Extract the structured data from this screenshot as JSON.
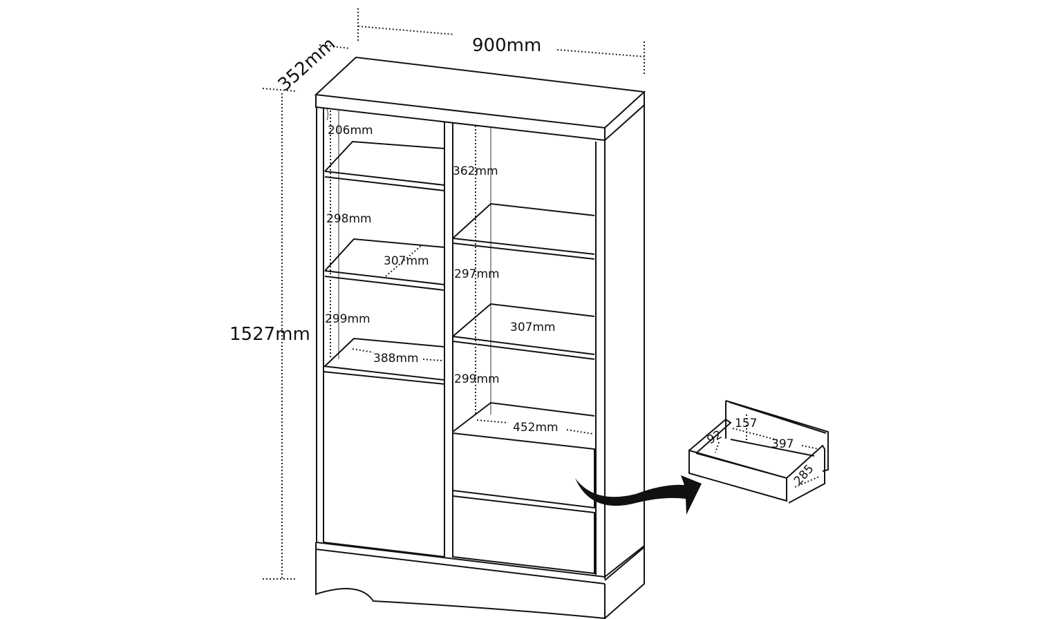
{
  "dimensions": {
    "width": "900mm",
    "depth": "352mm",
    "height": "1527mm"
  },
  "left_column": {
    "gap_top": "206mm",
    "gap_middle": "298mm",
    "shelf_depth": "307mm",
    "gap_bottom": "299mm",
    "inner_width": "388mm"
  },
  "right_column": {
    "gap_top": "362mm",
    "gap_middle": "297mm",
    "shelf_depth": "307mm",
    "gap_bottom": "299mm",
    "inner_width": "452mm"
  },
  "drawer_detail": {
    "height": "157",
    "side_height": "92",
    "width": "397",
    "depth": "285"
  }
}
